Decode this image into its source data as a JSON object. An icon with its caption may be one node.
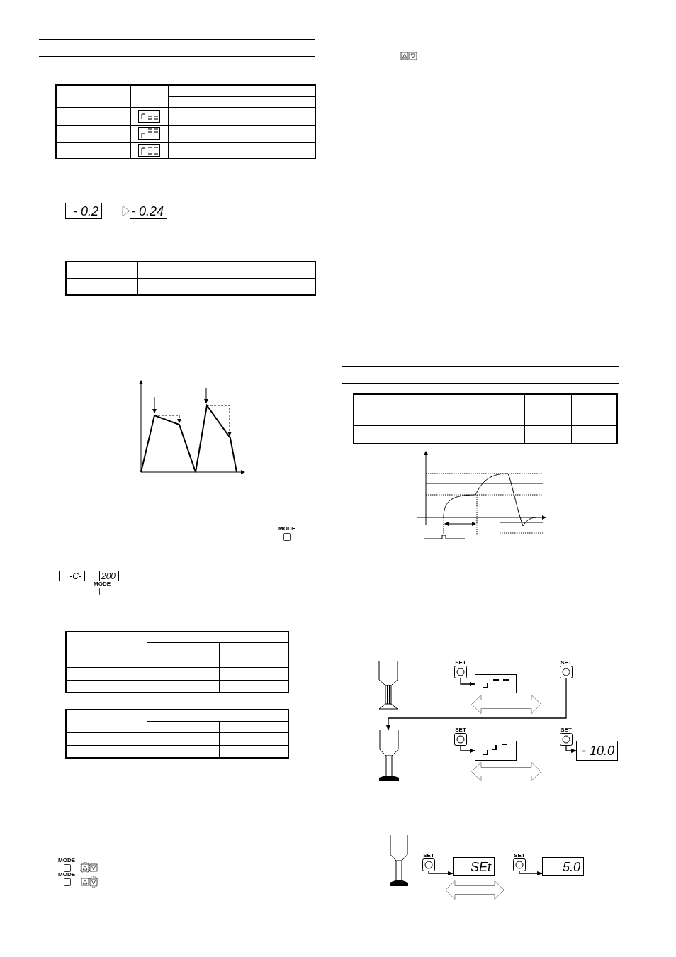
{
  "diagram": {
    "nodes": [
      {
        "text": [
          "- 0.2"
        ]
      },
      {
        "text": [
          "- 0.24"
        ]
      },
      {
        "text": [
          "-C-"
        ]
      },
      {
        "text": [
          "200"
        ]
      },
      {
        "text": [],
        "shape": "picture"
      },
      {
        "text": [
          "SET"
        ]
      },
      {
        "text": [],
        "shape": "box"
      },
      {
        "text": [
          "SET"
        ]
      },
      {
        "text": [],
        "shape": "picture"
      },
      {
        "text": [
          "SET"
        ]
      },
      {
        "text": [],
        "shape": "box"
      },
      {
        "text": [
          "SET"
        ]
      },
      {
        "text": [
          "- 10.0"
        ]
      },
      {
        "text": [],
        "shape": "picture"
      },
      {
        "text": [
          "SET"
        ]
      },
      {
        "text": [
          "SEt"
        ]
      },
      {
        "text": [
          "SET"
        ]
      },
      {
        "text": [
          "5.0"
        ]
      }
    ],
    "edges": [
      {
        "from": 0,
        "to": 1,
        "arrow": "to",
        "color": "#999999"
      },
      {
        "from": 5,
        "to": 6,
        "arrow": "to"
      },
      {
        "from": 7,
        "to": 8,
        "arrow": "to"
      },
      {
        "from": 9,
        "to": 10,
        "arrow": "to"
      },
      {
        "from": 11,
        "to": 12,
        "arrow": "to"
      },
      {
        "from": 14,
        "to": 15,
        "arrow": "to"
      },
      {
        "from": 16,
        "to": 17,
        "arrow": "to"
      }
    ],
    "labels": [
      "MODE",
      "MODE",
      "MODE",
      "MODE"
    ]
  }
}
